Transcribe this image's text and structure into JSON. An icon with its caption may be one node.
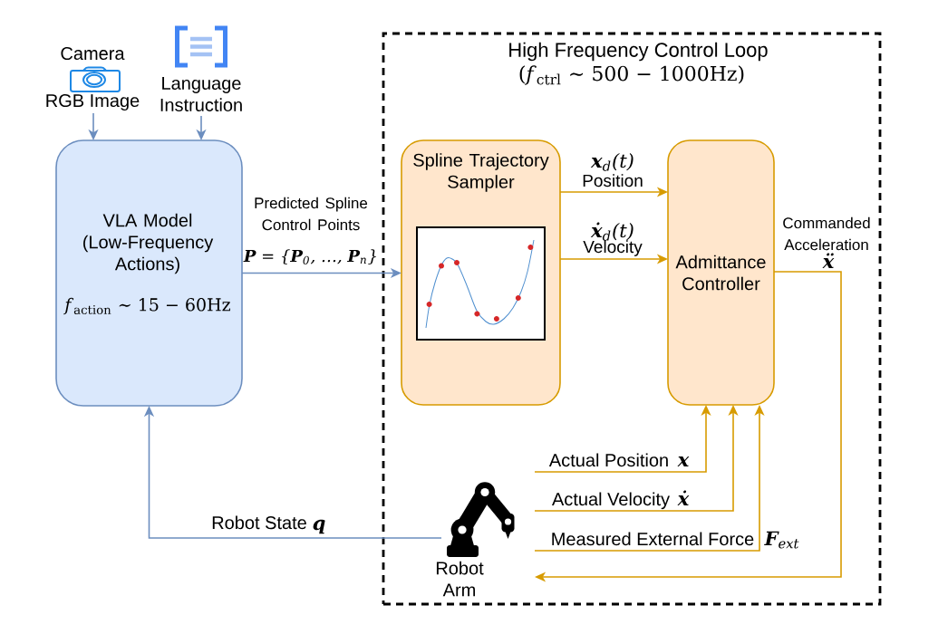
{
  "diagram": {
    "nodes": [
      {
        "text": [
          "High Frequency Control Loop",
          "(*f*$_{ctrl}$ ∼ 500 − 1000Hz)"
        ]
      },
      {
        "text": [
          "Camera",
          "RGB Image"
        ]
      },
      {
        "text": [
          "Language Instruction"
        ]
      },
      {
        "text": [
          "VLA Model (Low-Frequency Actions)",
          "*f*$_{action}$ ∼ 15 − 60Hz"
        ]
      },
      {
        "text": [
          "Spline Trajectory Sampler"
        ],
        "in": 0
      },
      {
        "text": [
          "Admittance Controller"
        ],
        "in": 0
      },
      {
        "text": [
          "Robot Arm"
        ],
        "in": 0
      }
    ],
    "edges": [
      {
        "from": 1,
        "to": 3,
        "arrow": "to",
        "color": "#6c8ebf"
      },
      {
        "from": 2,
        "to": 3,
        "arrow": "to",
        "color": "#6c8ebf"
      },
      {
        "from": 3,
        "to": 4,
        "arrow": "to",
        "label": "Predicted Spline Control Points",
        "color": "#6c8ebf"
      },
      {
        "from": 4,
        "to": 5,
        "arrow": "to",
        "label": "Position"
      },
      {
        "from": 4,
        "to": 5,
        "arrow": "to",
        "label": "Velocity"
      },
      {
        "from": 5,
        "to": 6,
        "arrow": "to",
        "label": "Commanded Acceleration"
      },
      {
        "from": 6,
        "to": 5,
        "arrow": "to",
        "label": "Actual Position"
      },
      {
        "from": 6,
        "to": 5,
        "arrow": "to",
        "label": "Actual Velocity"
      },
      {
        "from": 6,
        "to": 5,
        "arrow": "to",
        "label": "Measured External Force"
      },
      {
        "from": 6,
        "to": 3,
        "arrow": "to",
        "label": "Robot State",
        "color": "#6c8ebf"
      }
    ],
    "labels": [
      "**x**$_{d}$(t)",
      "**ẋ**$_{d}$(t)",
      "**P** = {**P**$_{0}$, …, **P**$_{n}$}",
      "ẍ",
      "x",
      "ẋ",
      "q",
      "**F**$_{ext}$"
    ]
  }
}
